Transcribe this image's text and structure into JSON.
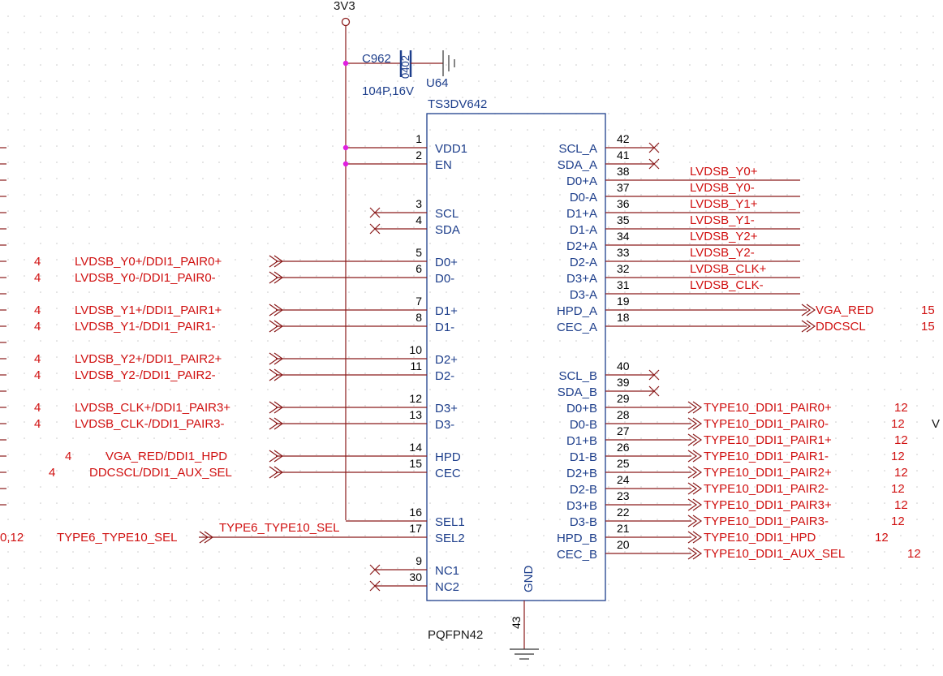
{
  "power": {
    "net": "3V3"
  },
  "capacitor": {
    "ref": "C962",
    "package": "0402",
    "value": "104P,16V"
  },
  "chip": {
    "ref": "U64",
    "part": "TS3DV642",
    "footprint": "PQFPN42",
    "gnd_label": "GND",
    "gnd_pin": "43"
  },
  "left_pins": [
    {
      "num": "1",
      "name": "VDD1"
    },
    {
      "num": "2",
      "name": "EN"
    },
    {
      "num": "3",
      "name": "SCL"
    },
    {
      "num": "4",
      "name": "SDA"
    },
    {
      "num": "5",
      "name": "D0+"
    },
    {
      "num": "6",
      "name": "D0-"
    },
    {
      "num": "7",
      "name": "D1+"
    },
    {
      "num": "8",
      "name": "D1-"
    },
    {
      "num": "10",
      "name": "D2+"
    },
    {
      "num": "11",
      "name": "D2-"
    },
    {
      "num": "12",
      "name": "D3+"
    },
    {
      "num": "13",
      "name": "D3-"
    },
    {
      "num": "14",
      "name": "HPD"
    },
    {
      "num": "15",
      "name": "CEC"
    },
    {
      "num": "16",
      "name": "SEL1"
    },
    {
      "num": "17",
      "name": "SEL2"
    },
    {
      "num": "9",
      "name": "NC1"
    },
    {
      "num": "30",
      "name": "NC2"
    }
  ],
  "right_pins": [
    {
      "num": "42",
      "name": "SCL_A"
    },
    {
      "num": "41",
      "name": "SDA_A"
    },
    {
      "num": "38",
      "name": "D0+A"
    },
    {
      "num": "37",
      "name": "D0-A"
    },
    {
      "num": "36",
      "name": "D1+A"
    },
    {
      "num": "35",
      "name": "D1-A"
    },
    {
      "num": "34",
      "name": "D2+A"
    },
    {
      "num": "33",
      "name": "D2-A"
    },
    {
      "num": "32",
      "name": "D3+A"
    },
    {
      "num": "31",
      "name": "D3-A"
    },
    {
      "num": "19",
      "name": "HPD_A"
    },
    {
      "num": "18",
      "name": "CEC_A"
    },
    {
      "num": "40",
      "name": "SCL_B"
    },
    {
      "num": "39",
      "name": "SDA_B"
    },
    {
      "num": "29",
      "name": "D0+B"
    },
    {
      "num": "28",
      "name": "D0-B"
    },
    {
      "num": "27",
      "name": "D1+B"
    },
    {
      "num": "26",
      "name": "D1-B"
    },
    {
      "num": "25",
      "name": "D2+B"
    },
    {
      "num": "24",
      "name": "D2-B"
    },
    {
      "num": "23",
      "name": "D3+B"
    },
    {
      "num": "22",
      "name": "D3-B"
    },
    {
      "num": "21",
      "name": "HPD_B"
    },
    {
      "num": "20",
      "name": "CEC_B"
    }
  ],
  "left_nets": [
    {
      "sheet": "4",
      "name": "LVDSB_Y0+/DDI1_PAIR0+"
    },
    {
      "sheet": "4",
      "name": "LVDSB_Y0-/DDI1_PAIR0-"
    },
    {
      "sheet": "4",
      "name": "LVDSB_Y1+/DDI1_PAIR1+"
    },
    {
      "sheet": "4",
      "name": "LVDSB_Y1-/DDI1_PAIR1-"
    },
    {
      "sheet": "4",
      "name": "LVDSB_Y2+/DDI1_PAIR2+"
    },
    {
      "sheet": "4",
      "name": "LVDSB_Y2-/DDI1_PAIR2-"
    },
    {
      "sheet": "4",
      "name": "LVDSB_CLK+/DDI1_PAIR3+"
    },
    {
      "sheet": "4",
      "name": "LVDSB_CLK-/DDI1_PAIR3-"
    },
    {
      "sheet": "4",
      "name": "VGA_RED/DDI1_HPD"
    },
    {
      "sheet": "4",
      "name": "DDCSCL/DDI1_AUX_SEL"
    }
  ],
  "sel_net": {
    "wire_label": "TYPE6_TYPE10_SEL",
    "port_label": "TYPE6_TYPE10_SEL",
    "sheet": "0,12"
  },
  "right_a_nets": [
    "LVDSB_Y0+",
    "LVDSB_Y0-",
    "LVDSB_Y1+",
    "LVDSB_Y1-",
    "LVDSB_Y2+",
    "LVDSB_Y2-",
    "LVDSB_CLK+",
    "LVDSB_CLK-"
  ],
  "right_a_ports": [
    {
      "name": "VGA_RED",
      "sheet": "15"
    },
    {
      "name": "DDCSCL",
      "sheet": "15"
    }
  ],
  "right_b_ports": [
    {
      "name": "TYPE10_DDI1_PAIR0+",
      "sheet": "12"
    },
    {
      "name": "TYPE10_DDI1_PAIR0-",
      "sheet": "12"
    },
    {
      "name": "TYPE10_DDI1_PAIR1+",
      "sheet": "12"
    },
    {
      "name": "TYPE10_DDI1_PAIR1-",
      "sheet": "12"
    },
    {
      "name": "TYPE10_DDI1_PAIR2+",
      "sheet": "12"
    },
    {
      "name": "TYPE10_DDI1_PAIR2-",
      "sheet": "12"
    },
    {
      "name": "TYPE10_DDI1_PAIR3+",
      "sheet": "12"
    },
    {
      "name": "TYPE10_DDI1_PAIR3-",
      "sheet": "12"
    },
    {
      "name": "TYPE10_DDI1_HPD",
      "sheet": "12"
    },
    {
      "name": "TYPE10_DDI1_AUX_SEL",
      "sheet": "12"
    }
  ],
  "edge_label": "V",
  "colors": {
    "component": "#1e3f8c",
    "net_label": "#d01010",
    "wire": "#8a1a1a",
    "junction": "#e020e0",
    "grid_dot": "#c8c8c8"
  }
}
